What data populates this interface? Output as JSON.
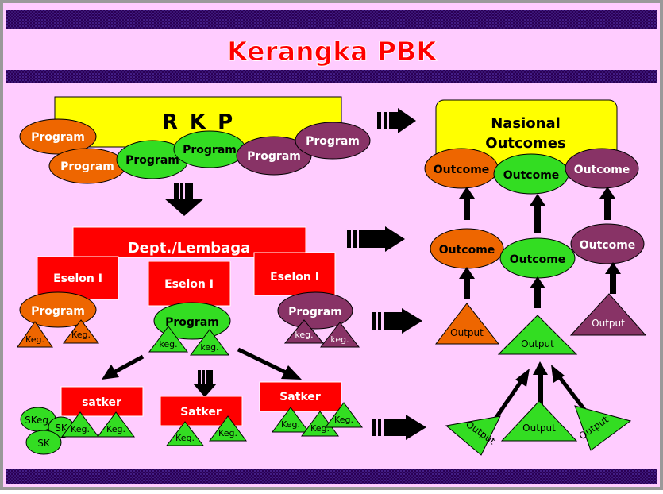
{
  "title": "Kerangka PBK",
  "rkp": {
    "label": "R K P",
    "programs": [
      "Program",
      "Program",
      "Program",
      "Program",
      "Program",
      "Program"
    ]
  },
  "dept": {
    "label": "Dept./Lembaga",
    "eselon": [
      "Eselon I",
      "Eselon I",
      "Eselon I"
    ],
    "programs": [
      "Program",
      "Program",
      "Program"
    ],
    "kegiatan": [
      "Keg.",
      "Keg.",
      "keg.",
      "keg.",
      "keg.",
      "keg."
    ]
  },
  "satker": {
    "labels": [
      "satker",
      "Satker",
      "Satker"
    ],
    "sk": [
      "SKeg.",
      "SK",
      "SK"
    ],
    "kegiatan": [
      "Keg.",
      "Keg.",
      "Keg.",
      "Keg.",
      "Keg.",
      "Keg.",
      "Keg."
    ]
  },
  "nasional": {
    "label_line1": "Nasional",
    "label_line2": "Outcomes",
    "outcomes": [
      "Outcome",
      "Outcome",
      "Outcome"
    ]
  },
  "mid_outcomes": [
    "Outcome",
    "Outcome",
    "Outcome"
  ],
  "outputs": [
    "Output",
    "Output",
    "Output"
  ],
  "bottom_outputs": [
    "Output",
    "Output",
    "Output"
  ],
  "colors": {
    "background": "#ffccff",
    "band": "#330066",
    "title": "#ff0000",
    "yellow": "#ffff00",
    "red": "#ff0000",
    "orange": "#ee6600",
    "green": "#33dd22",
    "maroon": "#883366"
  }
}
